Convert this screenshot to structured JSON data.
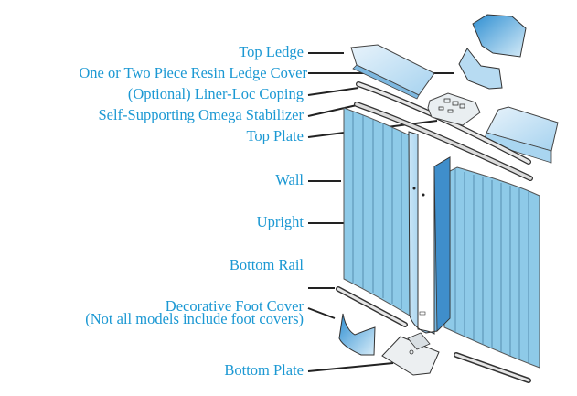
{
  "diagram": {
    "title": "Exploded view of above-ground pool wall components",
    "text_color": "#1b98d3",
    "part_color": "#8ecae8",
    "parts": [
      {
        "id": "top-ledge",
        "label": "Top Ledge"
      },
      {
        "id": "resin-ledge-cover",
        "label": "One or Two Piece Resin Ledge Cover"
      },
      {
        "id": "liner-loc-coping",
        "label": "(Optional) Liner-Loc Coping"
      },
      {
        "id": "omega-stabilizer",
        "label": "Self-Supporting Omega Stabilizer"
      },
      {
        "id": "top-plate",
        "label": "Top Plate"
      },
      {
        "id": "wall",
        "label": "Wall"
      },
      {
        "id": "upright",
        "label": "Upright"
      },
      {
        "id": "bottom-rail",
        "label": "Bottom Rail"
      },
      {
        "id": "foot-cover",
        "label": "Decorative Foot Cover",
        "note": "(Not all models include foot covers)"
      },
      {
        "id": "bottom-plate",
        "label": "Bottom Plate"
      }
    ]
  }
}
